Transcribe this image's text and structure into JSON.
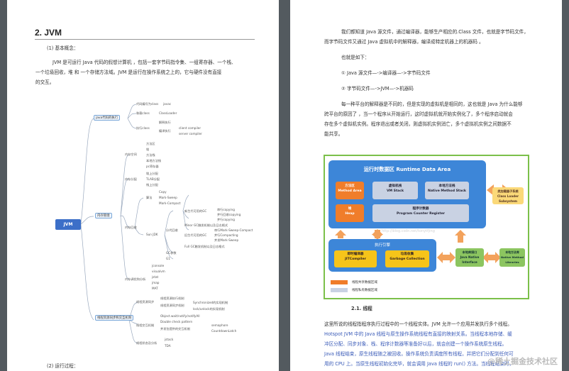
{
  "left_page": {
    "heading": "2. JVM",
    "section1": "(1) 基本概念：",
    "para1_line1": "JVM 是可运行 Java 代码的假想计算机 ，包括一套字节码指令集、一组寄存器、一个栈、",
    "para1_line2": "一个垃圾回收，堆 和 一个存储方法域。JVM 是运行在操作系统之上的，它与硬件没有直接",
    "para1_line3": "的交互。",
    "section2": "(2) 运行过程：",
    "mindmap": {
      "root": "JVM",
      "b1": "java代码的执行",
      "b1_c1": "代码编号为class",
      "b1_c2": "装载class",
      "b1_c3": "执行class",
      "b1_c1_a": "javac",
      "b1_c2_a": "ClassLoader",
      "b1_c3_a": "解释执行",
      "b1_c3_b": "编译执行",
      "b1_c3_b1": "client compiler",
      "b1_c3_b2": "server compiler",
      "b2": "内存管理",
      "b2_c1": "内存空间",
      "b2_c2": "内存分配",
      "b2_c3": "内存回收",
      "b2_c4": "内存调优和分析",
      "b2_c1_items": [
        "方法区",
        "堆",
        "方法栈",
        "本地方法栈",
        "pc寄存器"
      ],
      "b2_c2_items": [
        "堆上分配",
        "TLAB分配",
        "栈上分配"
      ],
      "b2_c3_a": "算法",
      "b2_c3_a_items": [
        "Copy",
        "Mark-Sweep",
        "Mark-Compact"
      ],
      "b2_c3_b": "Sun JDK",
      "b2_c3_b1": "分代回收",
      "b2_c3_b1_x": "新生代可用的GC",
      "b2_c3_b1_x_items": [
        "串行copying",
        "并行回收copying",
        "并行copying"
      ],
      "b2_c3_b1_y": "Minor GC触发机制以及日志格式",
      "b2_c3_b1_z": "旧生代可用的GC",
      "b2_c3_b1_z_items": [
        "串行Mark-Sweep-Compact",
        "并行Compacting",
        "并发Mark-Sweep"
      ],
      "b2_c3_b1_w": "Full GC触发机制以及日志格式",
      "b2_c3_b2": "GC参数",
      "b2_c3_b3": "G1",
      "b2_c4_items": [
        "jconsole",
        "visualvm",
        "jstat",
        "jmap",
        "MAT"
      ],
      "b3": "线程资源同步和交互机制",
      "b3_c1": "线程资源同步",
      "b3_c1_a": "线程资源执行机制",
      "b3_c1_b": "线程资源同步机制",
      "b3_c1_b1": "Synchronized的实现机制",
      "b3_c1_b2": "lock/unlock的实现机制",
      "b3_c2": "线程交互机制",
      "b3_c2_a": "Object.wait/notify/notifyAll",
      "b3_c2_b": "Double check pattern",
      "b3_c2_c": "并发包提供的交互机制",
      "b3_c2_c1": "semaphore",
      "b3_c2_c2": "CountdownLatch",
      "b3_c3": "线程状态及分析",
      "b3_c3_items": [
        "jstack",
        "TDA"
      ]
    }
  },
  "right_page": {
    "para_a_line1": "我们都知道 Java 源文件，通过编译器，能够生产相应的.Class 文件，也就是字节码文件，",
    "para_a_line2": "而字节码文件又通过 Java 虚拟机中的解释器，编译成特定机器上的机器码 。",
    "list_intro": "也就是如下：",
    "list1": "① Java 源文件—->编译器—->字节码文件",
    "list2": "② 字节码文件—->JVM—->机器码",
    "para_b_line1": "每一种平台的解释器是不同的，但是实现的虚拟机是相同的，这也就是 Java 为什么能够",
    "para_b_line2": "跨平台的原因了 ，当一个程序从开始运行，这时虚拟机就开始实例化了，多个程序启动就会",
    "para_b_line3": "存在多个虚拟机实例。程序退出或者关闭，则虚拟机实例消亡，多个虚拟机实例之间数据不",
    "para_b_line4": "能共享。",
    "diagram": {
      "title": "运行时数据区  Runtime Data Area",
      "method_area": "方法区\nMethod Area",
      "vm_stack": "虚拟机栈\nVM Stack",
      "native_stack": "本地方法栈\nNative Method Stack",
      "heap": "堆\nHeap",
      "pc": "程序计数器\nProgram Counter Register",
      "class_loader": "类加载器子系统\nClass Loader Subsystem",
      "engine": "执行引擎",
      "jit": "即时编译器\nJITCompiler",
      "gc": "垃圾收集\nGarbage Collection",
      "jni": "本地库接口\nJava Native Interface",
      "native_lib": "本地方法库\nNative Method Libraries",
      "legend1": "线程共享数据区域",
      "legend2": "线程私有数据区域",
      "watermark": "http://blog.csdn.net/tonytfjing"
    },
    "subheading": "2.1. 线程",
    "para_c_line1": "这里所说的线程指程序执行过程中的一个线程实体。JVM 允许一个应用并发执行多个线程。",
    "para_c_line2": "Hotspot JVM 中的 Java 线程与原生操作系统线程有直接的映射关系。当线程本地存储、缓",
    "para_c_line3": "冲区分配、同步对象、栈、程序计数器等准备好以后，就会创建一个操作系统原生线程。",
    "para_c_line4": "Java 线程结束，原生线程随之被回收。操作系统负责调度所有线程，并把它们分配到任何可",
    "para_c_line5": "用的 CPU 上。当原生线程初始化完毕，就会调用 Java 线程的 run() 方法。当线程结束时，",
    "brand": "@稀土掘金技术社区"
  },
  "colors": {
    "page_bg": "#535a5f",
    "accent_blue": "#3d86d8",
    "orange": "#f07d2a",
    "green": "#8cc560",
    "frame_green": "#7bc04a"
  }
}
